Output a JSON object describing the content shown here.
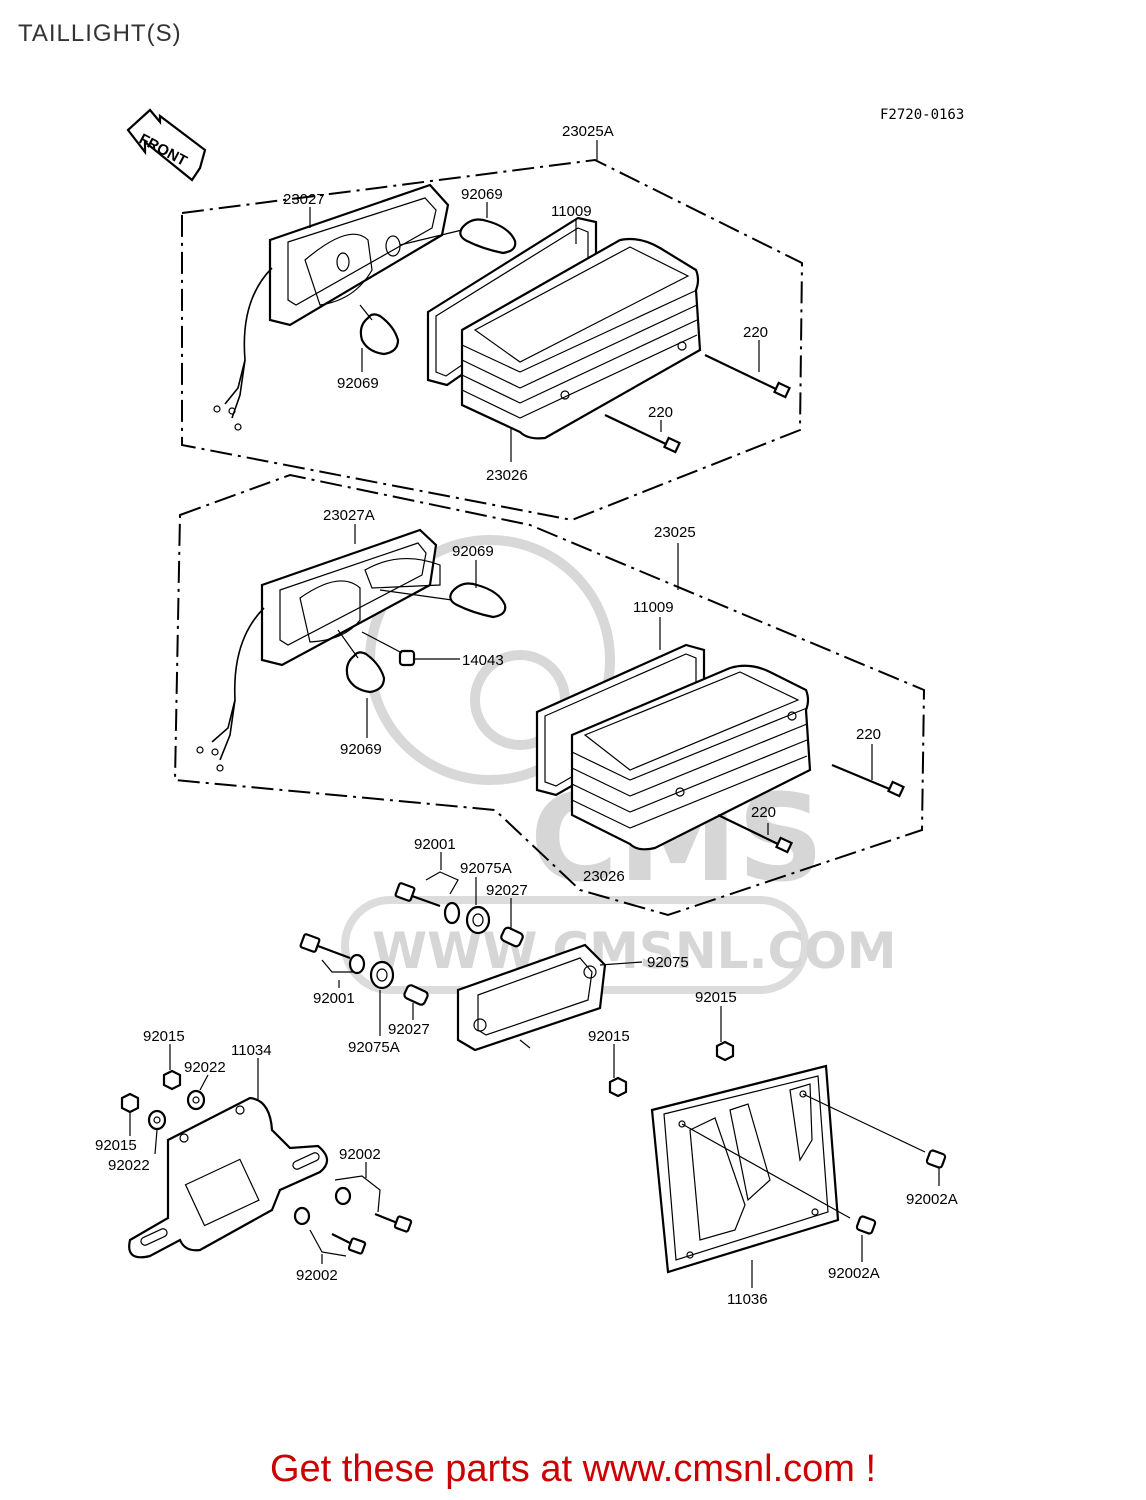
{
  "title": "TAILLIGHT(S)",
  "diagram_code": "F2720-0163",
  "front_label": "FRONT",
  "watermark": {
    "brand": "CMS",
    "url": "WWW.CMSNL.COM"
  },
  "promo_text": "Get these parts at www.cmsnl.com !",
  "colors": {
    "promo": "#cc0000",
    "watermark": "#d6d6d6",
    "line": "#000000"
  },
  "callouts": [
    "23025A",
    "23027",
    "92069",
    "11009",
    "220",
    "92069",
    "220",
    "23026",
    "23027A",
    "92069",
    "23025",
    "11009",
    "14043",
    "92069",
    "220",
    "220",
    "23026",
    "92001",
    "92075A",
    "92027",
    "92075",
    "92001",
    "92027",
    "92075A",
    "92015",
    "92015",
    "92015",
    "11034",
    "92022",
    "92015",
    "92022",
    "92002",
    "92002",
    "92002A",
    "92002A",
    "11036"
  ]
}
